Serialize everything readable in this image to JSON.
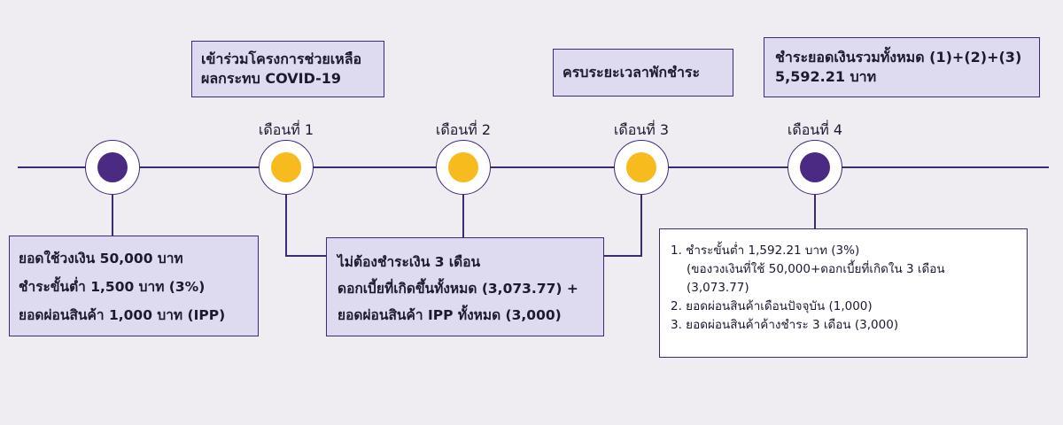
{
  "colors": {
    "background": "#efedf2",
    "accent_purple": "#4a2a82",
    "accent_yellow": "#f7bb1e",
    "line": "#3d2a72",
    "box_fill": "#dedaf0"
  },
  "months": [
    "เดือนที่ 1",
    "เดือนที่ 2",
    "เดือนที่ 3",
    "เดือนที่ 4"
  ],
  "top_boxes": {
    "join_program": [
      "เข้าร่วมโครงการช่วยเหลือ",
      "ผลกระทบ COVID-19"
    ],
    "grace_complete": [
      "ครบระยะเวลาพักชำระ"
    ],
    "pay_total": [
      "ชำระยอดเงินรวมทั้งหมด (1)+(2)+(3)",
      "5,592.21 บาท"
    ]
  },
  "left_box": [
    "ยอดใช้วงเงิน 50,000 บาท",
    "ชำระขั้นต่ำ 1,500 บาท (3%)",
    "ยอดผ่อนสินค้า 1,000 บาท (IPP)"
  ],
  "middle_box": [
    "ไม่ต้องชำระเงิน 3 เดือน",
    "ดอกเบี้ยที่เกิดขึ้นทั้งหมด (3,073.77) +",
    "ยอดผ่อนสินค้า IPP ทั้งหมด (3,000)"
  ],
  "right_box": [
    "1.  ชำระขั้นต่ำ 1,592.21 บาท (3%)",
    "(ของวงเงินที่ใช้ 50,000+ดอกเบี้ยที่เกิดใน 3 เดือน",
    "(3,073.77)",
    "2.  ยอดผ่อนสินค้าเดือนปัจจุบัน (1,000)",
    "3.  ยอดผ่อนสินค้าค้างชำระ 3 เดือน (3,000)"
  ]
}
